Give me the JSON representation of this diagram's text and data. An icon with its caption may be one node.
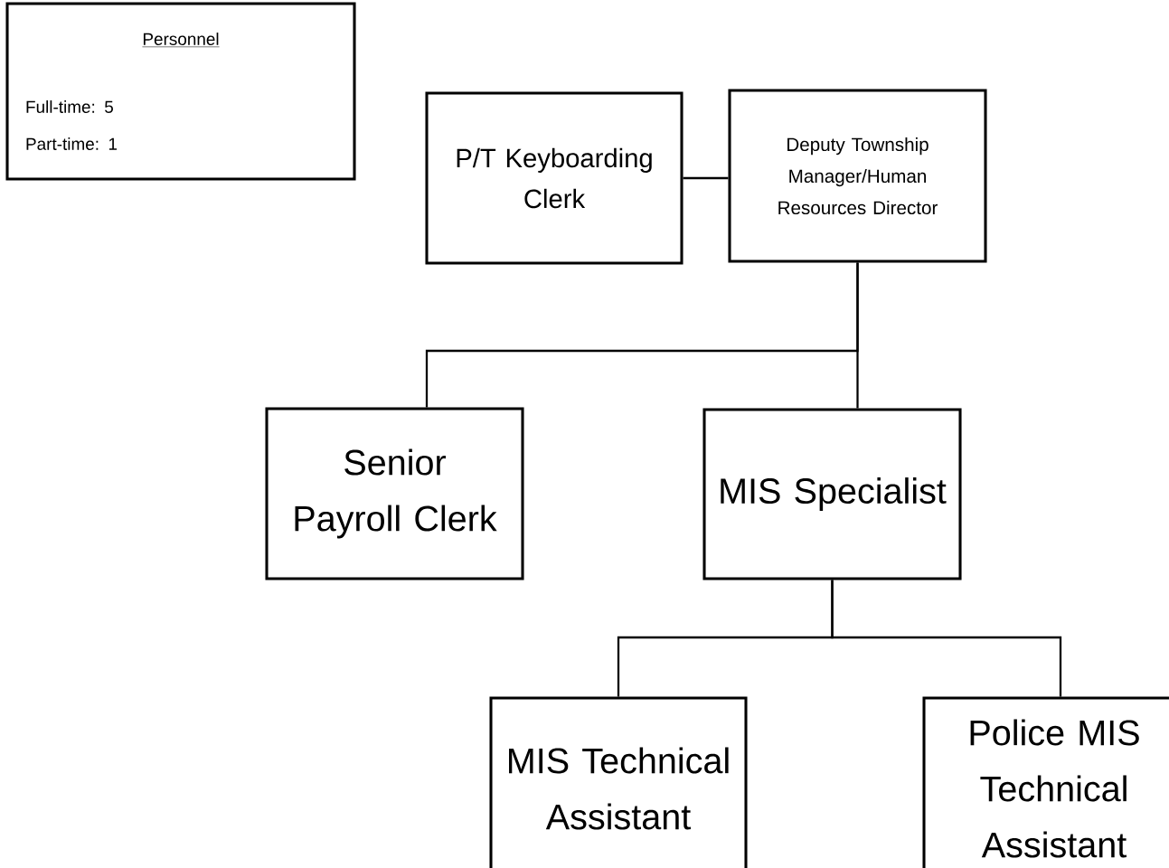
{
  "diagram": {
    "nodes": [
      {
        "text": [
          "Personnel",
          "Full-time:  5",
          "Part-time: 1"
        ]
      },
      {
        "text": [
          "P/T Keyboarding Clerk"
        ]
      },
      {
        "text": [
          "Deputy Township Manager/Human Resources Director"
        ]
      },
      {
        "text": [
          "Senior Payroll Clerk"
        ]
      },
      {
        "text": [
          "MIS Specialist"
        ]
      },
      {
        "text": [
          "MIS Technical Assistant"
        ]
      },
      {
        "text": [
          "Police MIS Technical Assistant"
        ]
      }
    ],
    "edges": [
      {
        "from": 1,
        "to": 2,
        "arrow": "none"
      },
      {
        "from": 2,
        "to": 3,
        "arrow": "none"
      },
      {
        "from": 2,
        "to": 4,
        "arrow": "none"
      },
      {
        "from": 4,
        "to": 5,
        "arrow": "none"
      },
      {
        "from": 4,
        "to": 6,
        "arrow": "none"
      }
    ]
  }
}
